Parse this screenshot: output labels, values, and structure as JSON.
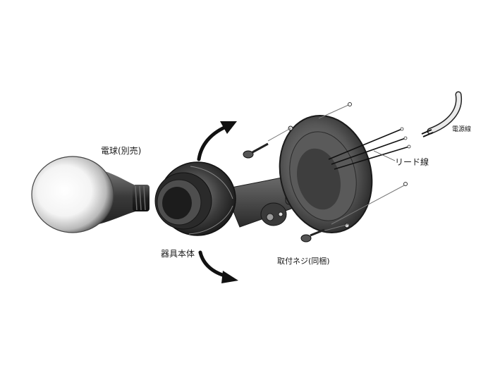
{
  "labels": {
    "bulb": "電球(別売)",
    "fixture_body": "器具本体",
    "lead_wire": "リード線",
    "power_wire": "電源線",
    "mounting_screw": "取付ネジ(同梱)"
  }
}
